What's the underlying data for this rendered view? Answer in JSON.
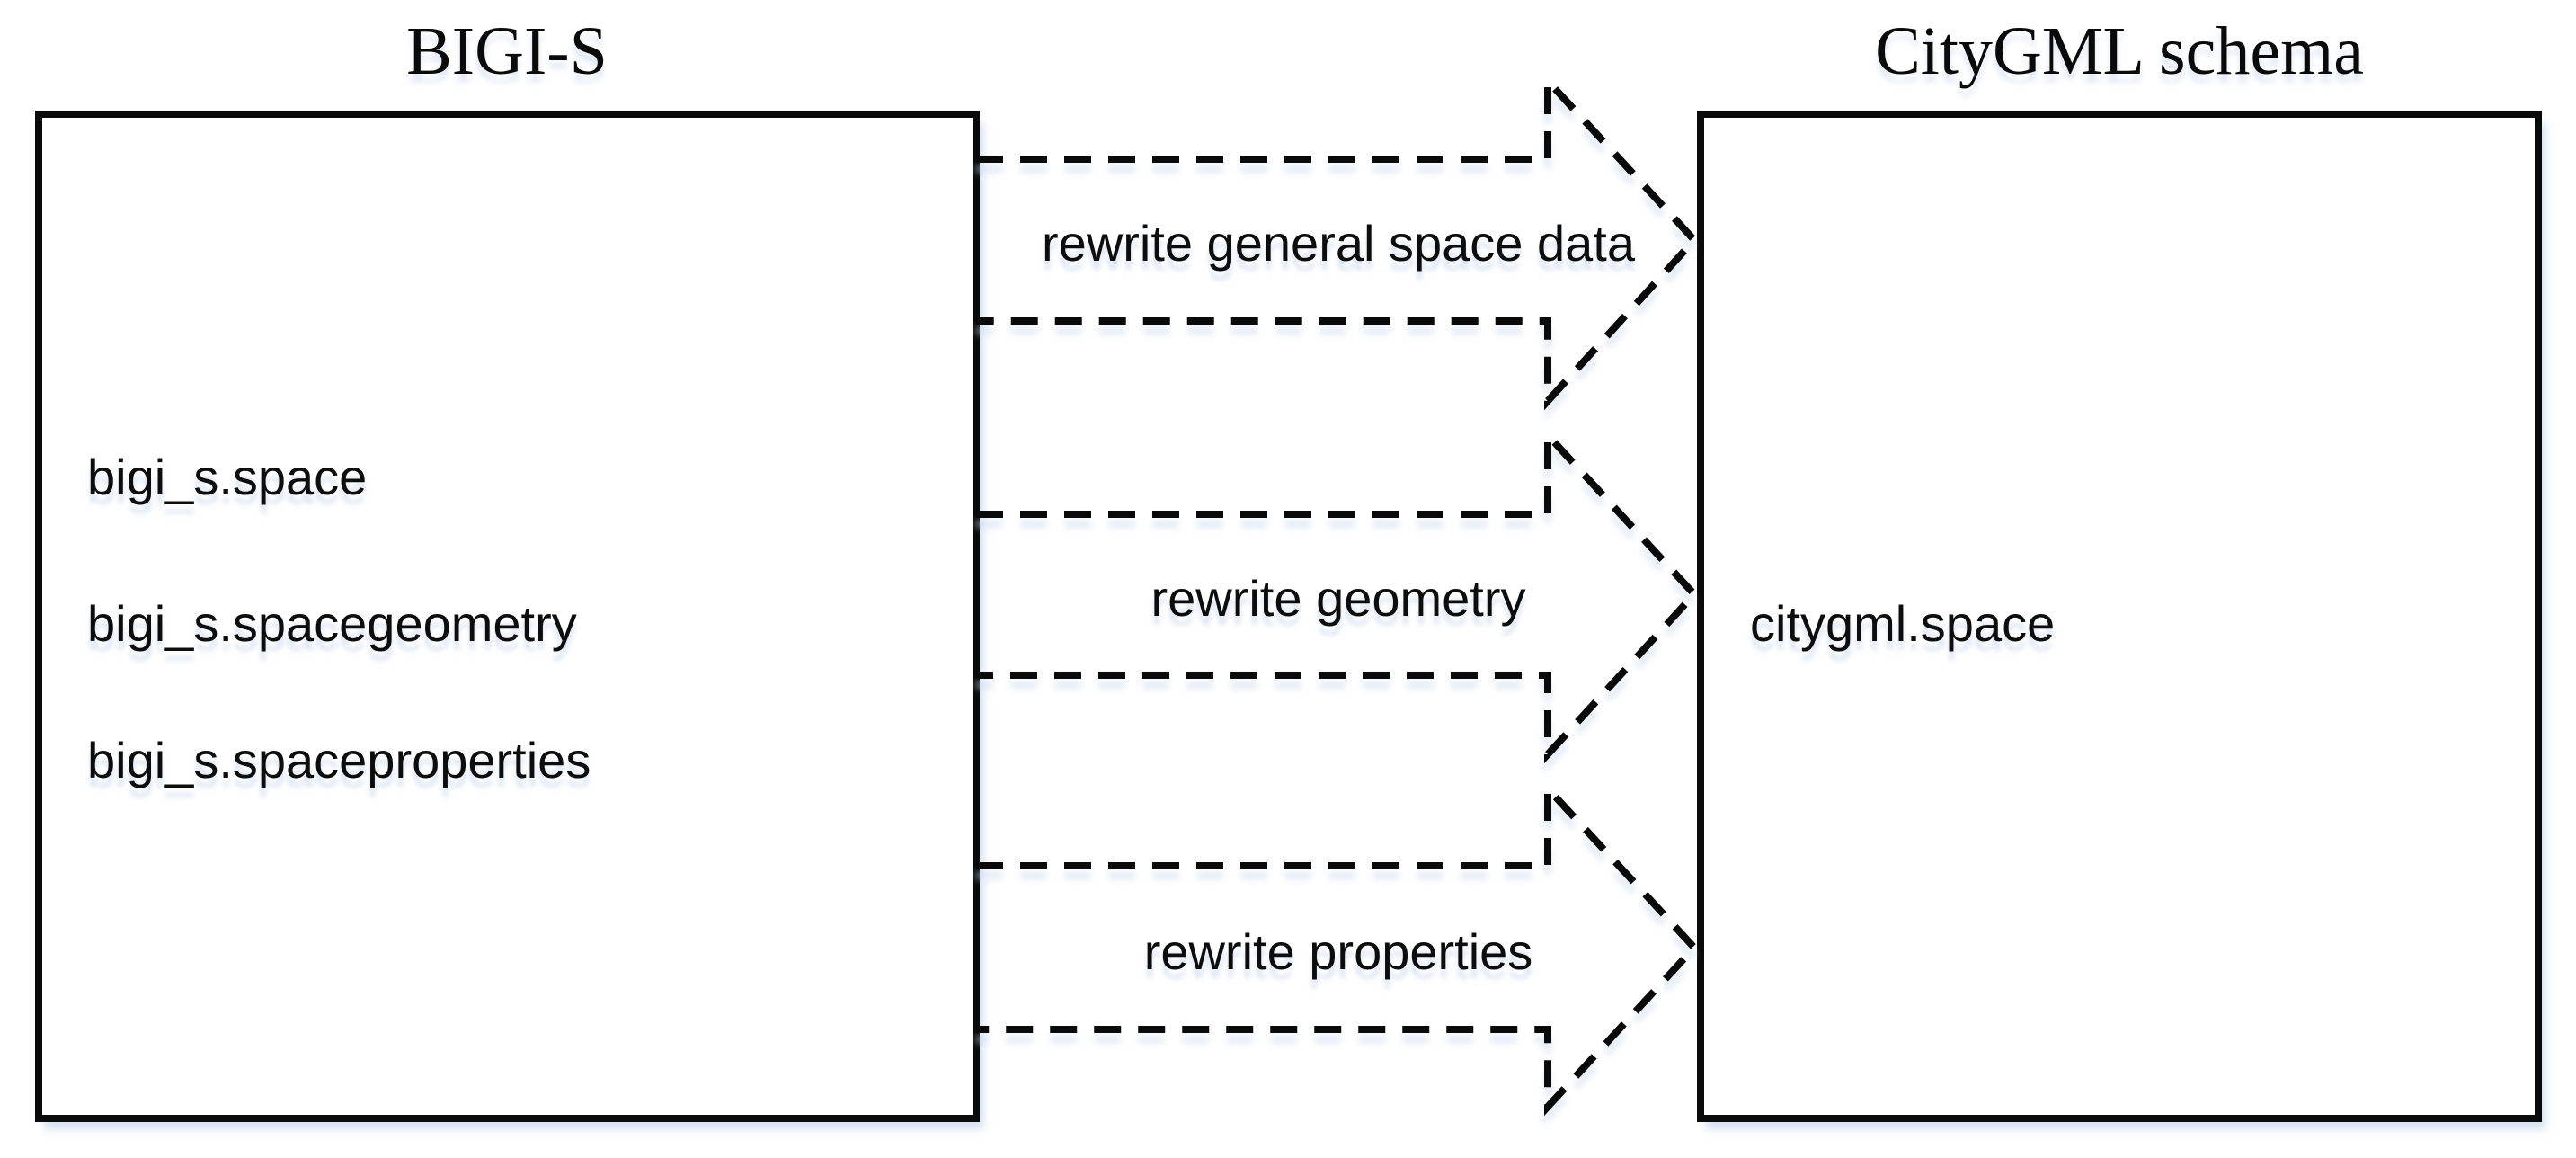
{
  "diagram": {
    "left_box": {
      "title": "BIGI-S",
      "items": [
        "bigi_s.space",
        "bigi_s.spacegeometry",
        "bigi_s.spaceproperties"
      ]
    },
    "right_box": {
      "title": "CityGML schema",
      "items": [
        "citygml.space"
      ]
    },
    "arrows": [
      {
        "label": "rewrite general space data",
        "direction": "left-to-right"
      },
      {
        "label": "rewrite geometry",
        "direction": "left-to-right"
      },
      {
        "label": "rewrite properties",
        "direction": "left-to-right"
      }
    ],
    "colors": {
      "line": "#0a0a0a",
      "background": "#ffffff",
      "shadow": "#cddcf0"
    }
  }
}
